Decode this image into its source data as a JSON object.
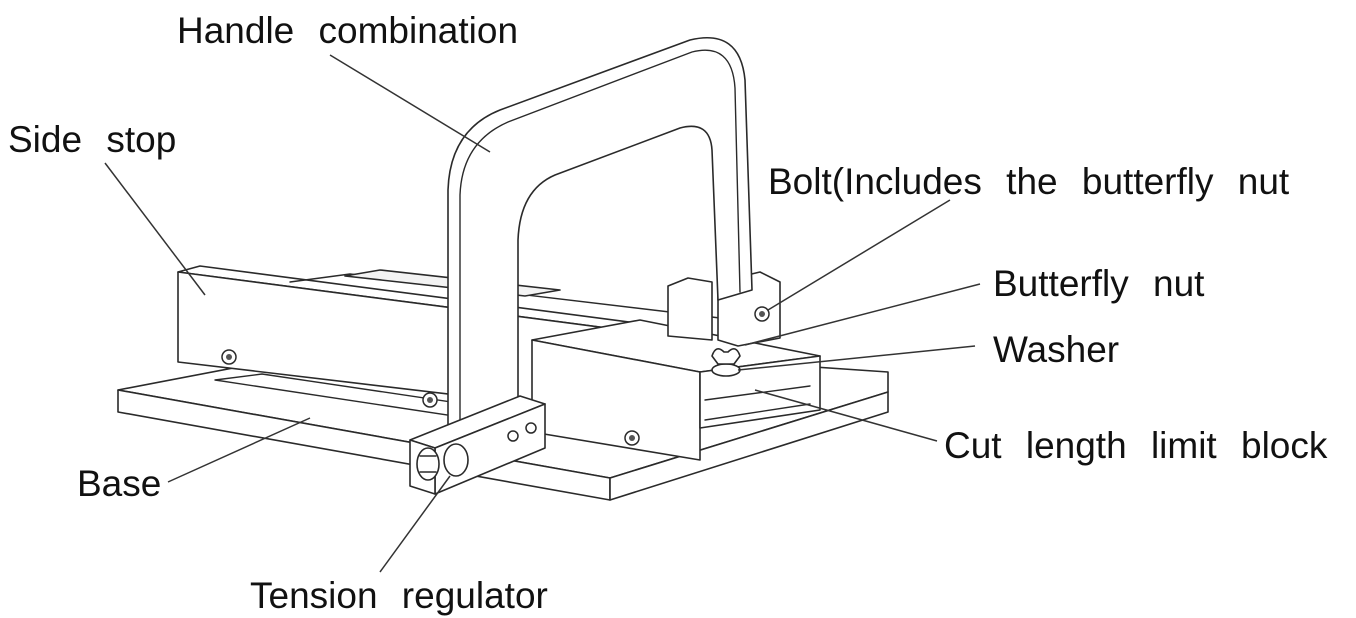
{
  "labels": {
    "handle": "Handle combination",
    "side_stop": "Side stop",
    "bolt": "Bolt(Includes the butterfly nut",
    "butterfly_nut": "Butterfly nut",
    "washer": "Washer",
    "cut_block": "Cut length limit block",
    "base": "Base",
    "tension": "Tension regulator"
  },
  "colors": {
    "line": "#2a2a2a",
    "text": "#111111",
    "background": "#ffffff"
  }
}
